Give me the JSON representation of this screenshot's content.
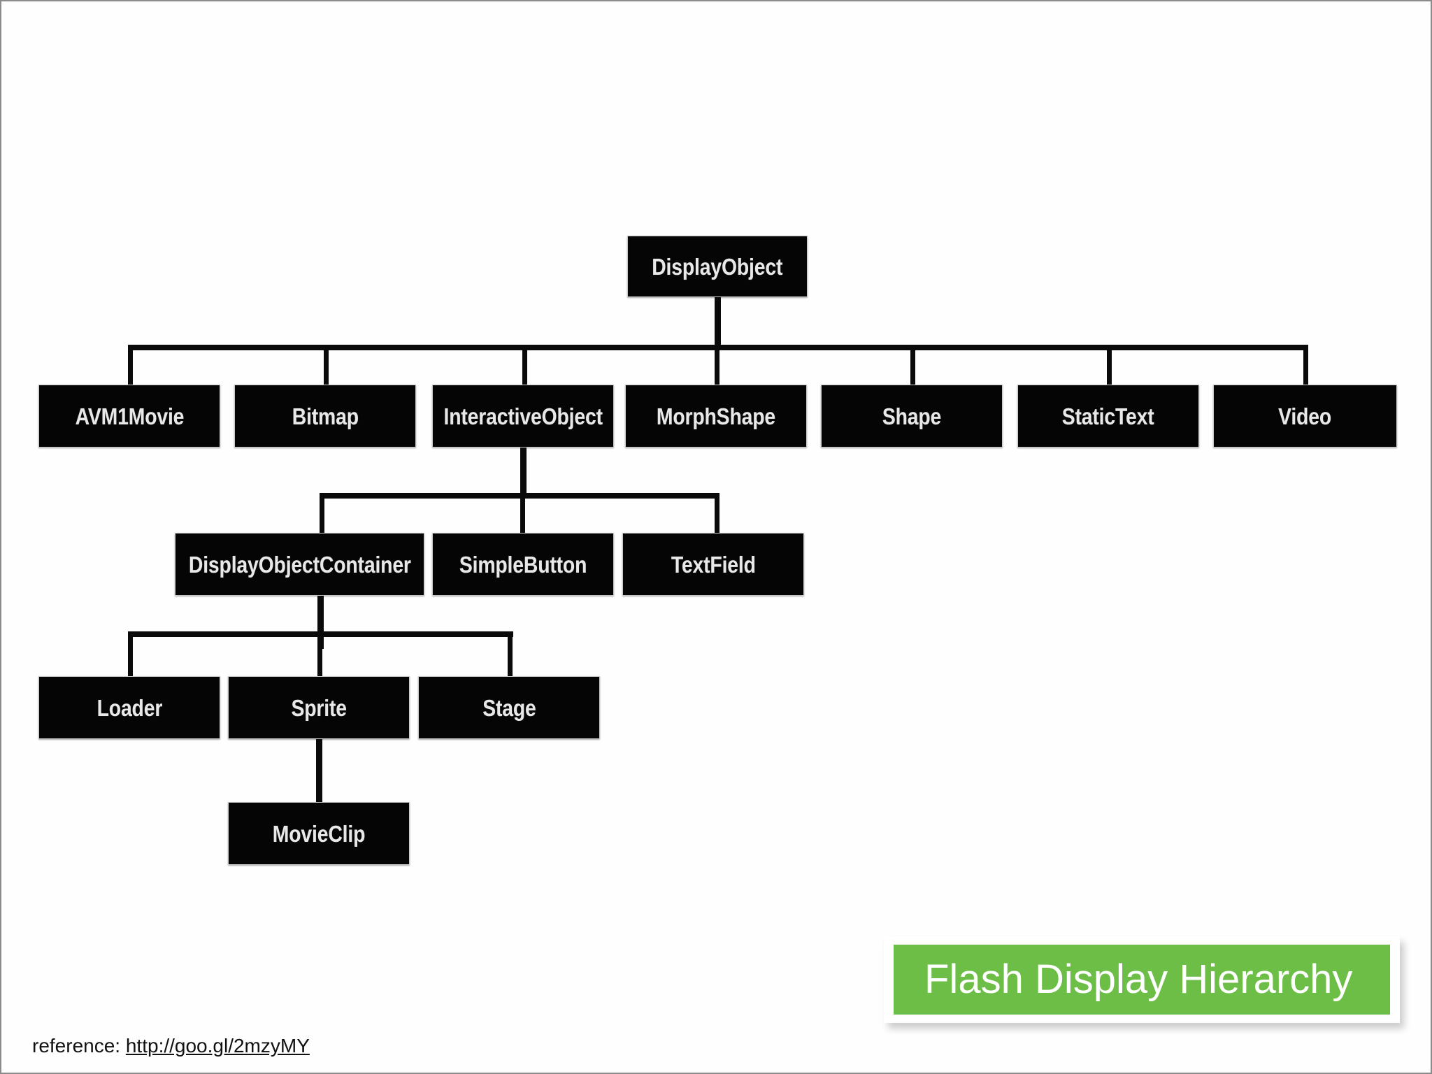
{
  "slide": {
    "background_color": "#fefefe",
    "border_color": "#8b8b8b"
  },
  "banner": {
    "title": "Flash Display Hierarchy",
    "background_color": "#6cbe46",
    "text_color": "#ffffff",
    "frame_color": "#ffffff"
  },
  "reference": {
    "label": "reference: ",
    "url_text": "http://goo.gl/2mzyMY"
  },
  "diagram": {
    "type": "class-hierarchy-tree",
    "box_fill": "#050505",
    "box_text_color": "#e8e8e8",
    "connector_color": "#0a0a0a",
    "root": "DisplayObject",
    "nodes": {
      "display_object": "DisplayObject",
      "avm1movie": "AVM1Movie",
      "bitmap": "Bitmap",
      "interactive_object": "InteractiveObject",
      "morph_shape": "MorphShape",
      "shape": "Shape",
      "static_text": "StaticText",
      "video": "Video",
      "display_object_container": "DisplayObjectContainer",
      "simple_button": "SimpleButton",
      "text_field": "TextField",
      "loader": "Loader",
      "sprite": "Sprite",
      "stage": "Stage",
      "movie_clip": "MovieClip"
    },
    "levels": [
      {
        "level": 1,
        "labels": [
          "DisplayObject"
        ]
      },
      {
        "level": 2,
        "labels": [
          "AVM1Movie",
          "Bitmap",
          "InteractiveObject",
          "MorphShape",
          "Shape",
          "StaticText",
          "Video"
        ]
      },
      {
        "level": 3,
        "labels": [
          "DisplayObjectContainer",
          "SimpleButton",
          "TextField"
        ]
      },
      {
        "level": 4,
        "labels": [
          "Loader",
          "Sprite",
          "Stage"
        ]
      },
      {
        "level": 5,
        "labels": [
          "MovieClip"
        ]
      }
    ],
    "edges": [
      {
        "parent": "DisplayObject",
        "children": [
          "AVM1Movie",
          "Bitmap",
          "InteractiveObject",
          "MorphShape",
          "Shape",
          "StaticText",
          "Video"
        ]
      },
      {
        "parent": "InteractiveObject",
        "children": [
          "DisplayObjectContainer",
          "SimpleButton",
          "TextField"
        ]
      },
      {
        "parent": "DisplayObjectContainer",
        "children": [
          "Loader",
          "Sprite",
          "Stage"
        ]
      },
      {
        "parent": "Sprite",
        "children": [
          "MovieClip"
        ]
      }
    ]
  }
}
